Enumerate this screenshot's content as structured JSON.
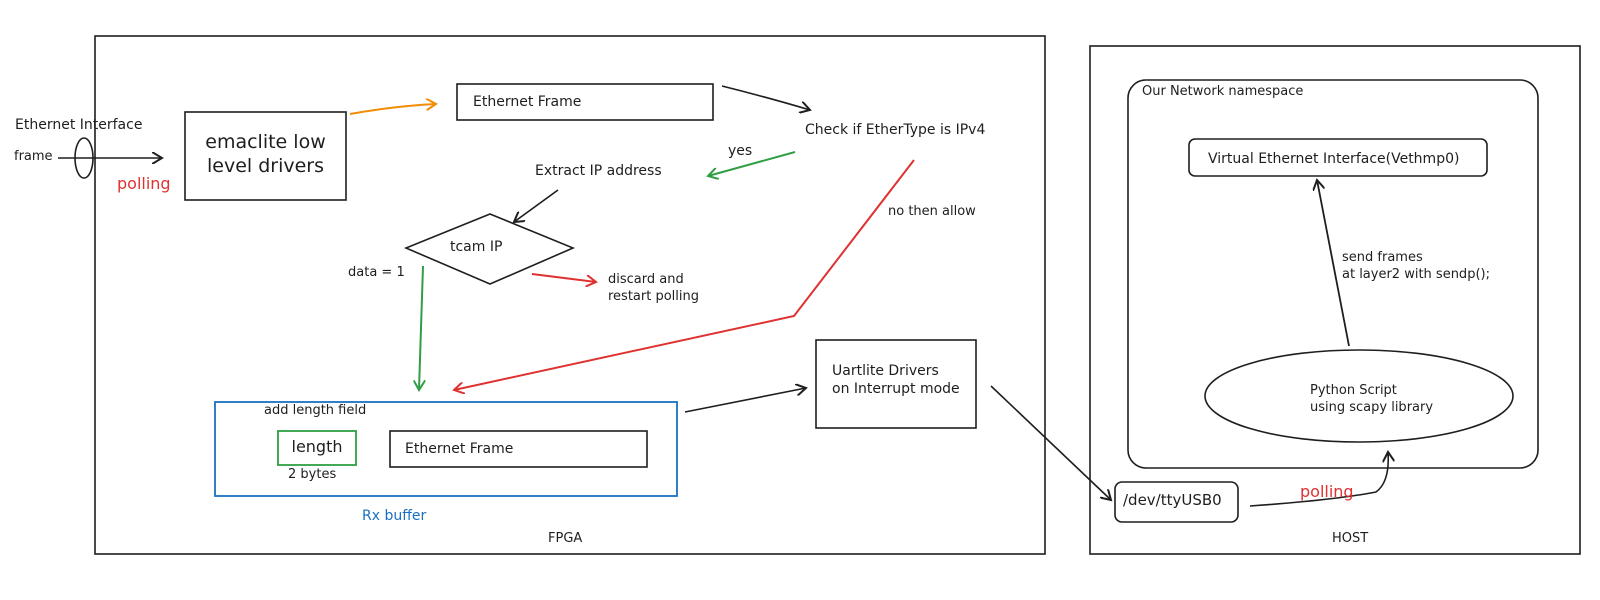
{
  "interface": {
    "ethernet_interface": "Ethernet Interface",
    "frame": "frame",
    "polling_left": "polling"
  },
  "fpga": {
    "label": "FPGA",
    "emaclite": "emaclite low\nlevel drivers",
    "ethernet_frame_top": "Ethernet Frame",
    "check_ethertype": "Check if EtherType is IPv4",
    "yes": "yes",
    "extract_ip": "Extract IP address",
    "tcam_ip": "tcam IP",
    "data_eq_1": "data = 1",
    "discard": "discard and\nrestart polling",
    "no_then_allow": "no then allow",
    "uartlite": "Uartlite Drivers\non Interrupt mode",
    "rx_buffer": {
      "label": "Rx buffer",
      "add_length_field": "add length field",
      "length": "length",
      "two_bytes": "2 bytes",
      "ethernet_frame": "Ethernet Frame"
    }
  },
  "host": {
    "label": "HOST",
    "network_namespace": "Our Network namespace",
    "virtual_interface": "Virtual Ethernet Interface(Vethmp0)",
    "send_frames": "send frames\nat layer2 with sendp();",
    "python_script": "Python Script\nusing scapy library",
    "tty": "/dev/ttyUSB0",
    "polling_right": "polling"
  },
  "colors": {
    "stroke": "#1e1e1e",
    "orange": "#f08c00",
    "green": "#2f9e44",
    "red": "#e03131",
    "blue": "#1971c2"
  }
}
